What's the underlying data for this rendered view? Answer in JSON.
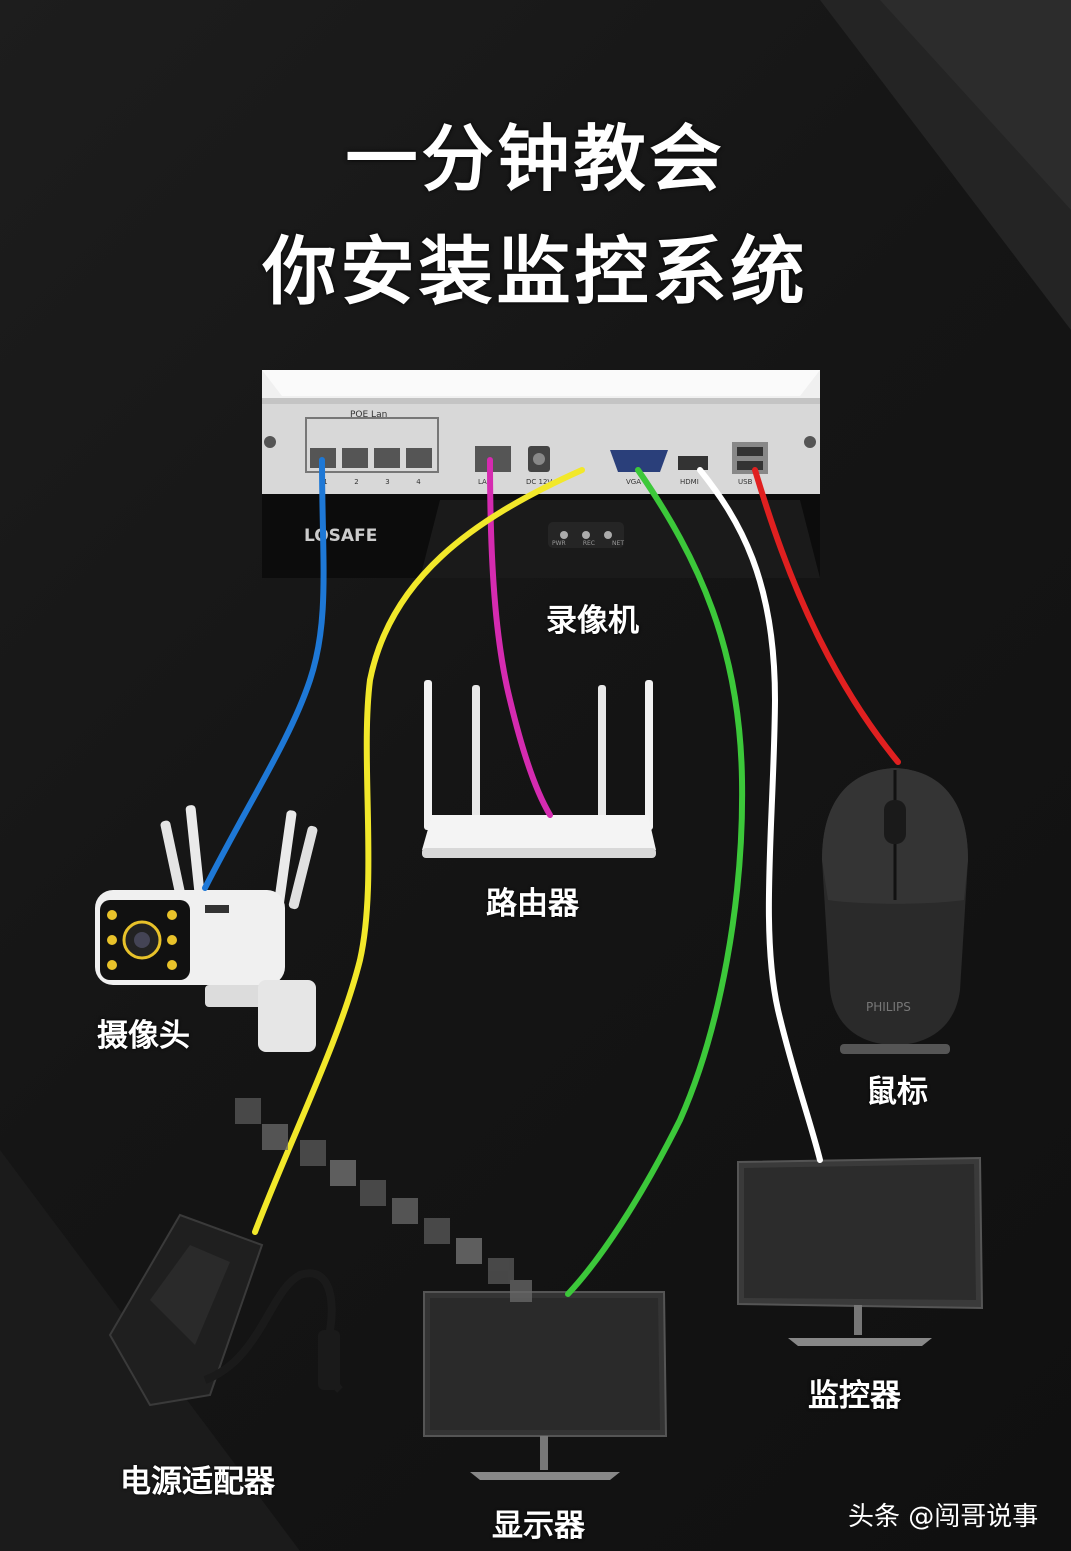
{
  "title_line1": "一分钟教会",
  "title_line2": "你安装监控系统",
  "nvr": {
    "label": "录像机",
    "brand": "LOSAFE",
    "port_header": "POE Lan",
    "ports_poe": [
      "1",
      "2",
      "3",
      "4"
    ],
    "port_lan": "LAN",
    "port_dc": "DC 12V",
    "port_vga": "VGA",
    "port_hdmi": "HDMI",
    "port_usb": "USB",
    "leds": [
      "PWR",
      "REC",
      "NET"
    ]
  },
  "devices": {
    "router": "路由器",
    "camera": "摄像头",
    "mouse": "鼠标",
    "mouse_brand": "PHILIPS",
    "power_adapter": "电源适配器",
    "display": "显示器",
    "monitor": "监控器"
  },
  "cable_colors": {
    "camera": "#1e78d6",
    "router": "#d52bb0",
    "power": "#f2e82a",
    "vga": "#3cc83a",
    "hdmi": "#ffffff",
    "usb": "#e02020"
  },
  "watermark": "头条 @闯哥说事"
}
